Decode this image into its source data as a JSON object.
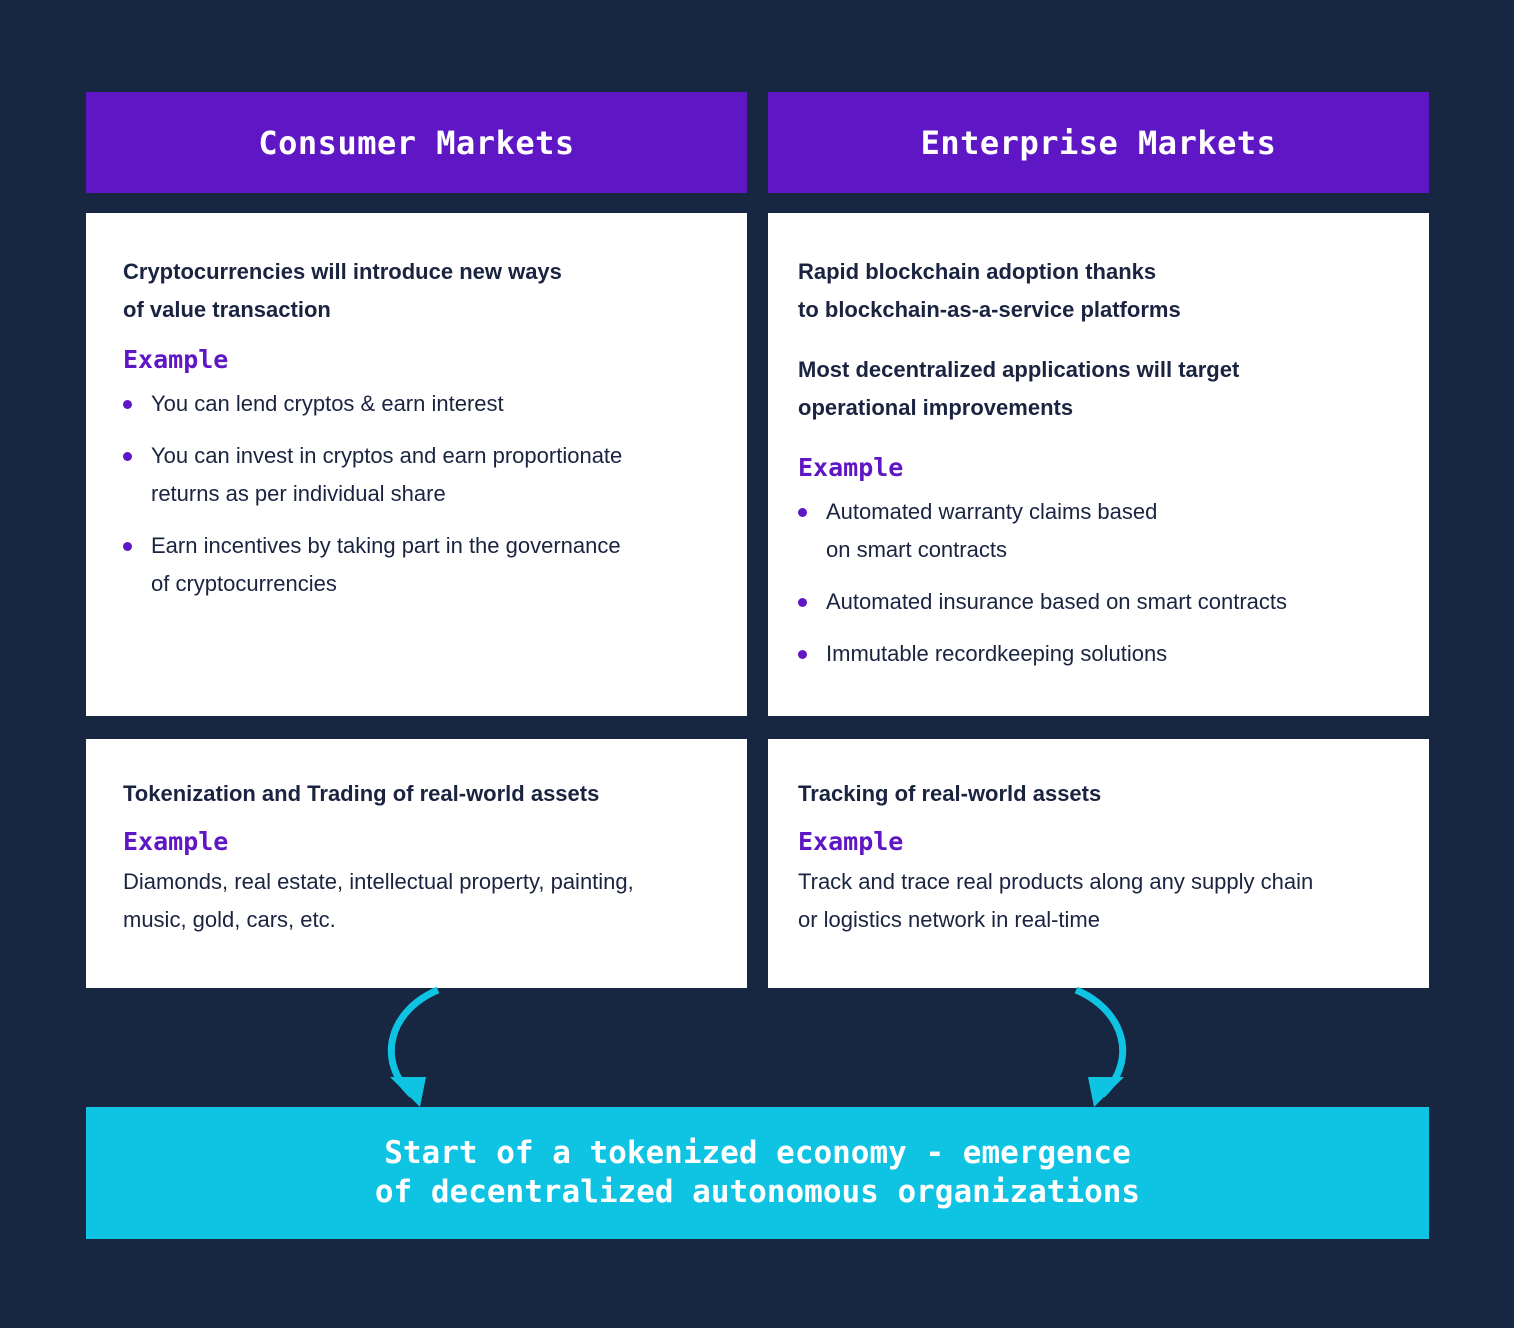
{
  "consumer": {
    "header": "Consumer Markets",
    "card1": {
      "lead": [
        "Cryptocurrencies will introduce new ways",
        "of value transaction"
      ],
      "example_label": "Example",
      "bullets": [
        [
          "You can lend cryptos & earn interest"
        ],
        [
          "You can invest in cryptos and earn proportionate",
          "returns as per individual share"
        ],
        [
          "Earn incentives by taking part in the governance",
          "of cryptocurrencies"
        ]
      ]
    },
    "card2": {
      "lead": "Tokenization and Trading of real-world assets",
      "example_label": "Example",
      "text": [
        "Diamonds, real estate, intellectual property, painting,",
        "music, gold, cars, etc."
      ]
    }
  },
  "enterprise": {
    "header": "Enterprise Markets",
    "card1": {
      "lead1": [
        "Rapid blockchain adoption thanks",
        "to blockchain-as-a-service platforms"
      ],
      "lead2": [
        "Most decentralized applications will target",
        "operational improvements"
      ],
      "example_label": "Example",
      "bullets": [
        [
          "Automated warranty claims based",
          "on smart contracts"
        ],
        [
          "Automated insurance based on smart contracts"
        ],
        [
          "Immutable recordkeeping solutions"
        ]
      ]
    },
    "card2": {
      "lead": "Tracking of real-world assets",
      "example_label": "Example",
      "text": [
        "Track and trace real products along any supply chain",
        "or logistics network in real-time"
      ]
    }
  },
  "result": {
    "line1": "Start of a tokenized economy - emergence",
    "line2": "of decentralized autonomous organizations"
  },
  "colors": {
    "background": "#172741",
    "header": "#5f16c5",
    "accent": "#5f16c5",
    "result": "#0fc3e3",
    "arrow": "#0fc3e3"
  }
}
